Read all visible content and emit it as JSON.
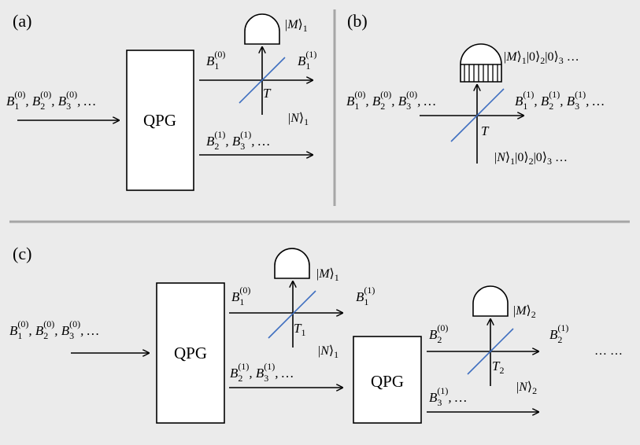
{
  "panels": {
    "a": "(a)",
    "b": "(b)",
    "c": "(c)"
  },
  "qpg_label": "QPG",
  "labels": {
    "a_input": "B₁⁽⁰⁾, B₂⁽⁰⁾, B₃⁽⁰⁾, …",
    "a_upper": "B₁⁽⁰⁾",
    "a_out": "B₁⁽¹⁾",
    "a_lower": "B₂⁽¹⁾, B₃⁽¹⁾, …",
    "a_M": "|M⟩₁",
    "a_N": "|N⟩₁",
    "a_T": "T",
    "b_input": "B₁⁽⁰⁾, B₂⁽⁰⁾, B₃⁽⁰⁾, …",
    "b_output": "B₁⁽¹⁾, B₂⁽¹⁾, B₃⁽¹⁾, …",
    "b_M": "|M⟩₁|0⟩₂|0⟩₃ …",
    "b_N": "|N⟩₁|0⟩₂|0⟩₃ …",
    "b_T": "T",
    "c_input": "B₁⁽⁰⁾, B₂⁽⁰⁾, B₃⁽⁰⁾, …",
    "c_upper1": "B₁⁽⁰⁾",
    "c_out1": "B₁⁽¹⁾",
    "c_lower1": "B₂⁽¹⁾, B₃⁽¹⁾, …",
    "c_M1": "|M⟩₁",
    "c_N1": "|N⟩₁",
    "c_T1": "T₁",
    "c_upper2": "B₂⁽⁰⁾",
    "c_out2": "B₂⁽¹⁾",
    "c_lower2": "B₃⁽¹⁾, …",
    "c_M2": "|M⟩₂",
    "c_N2": "|N⟩₂",
    "c_T2": "T₂",
    "c_dots": "… …"
  },
  "colors": {
    "beamsplitter": "#3f6fc0",
    "divider": "#a6a6a6"
  }
}
